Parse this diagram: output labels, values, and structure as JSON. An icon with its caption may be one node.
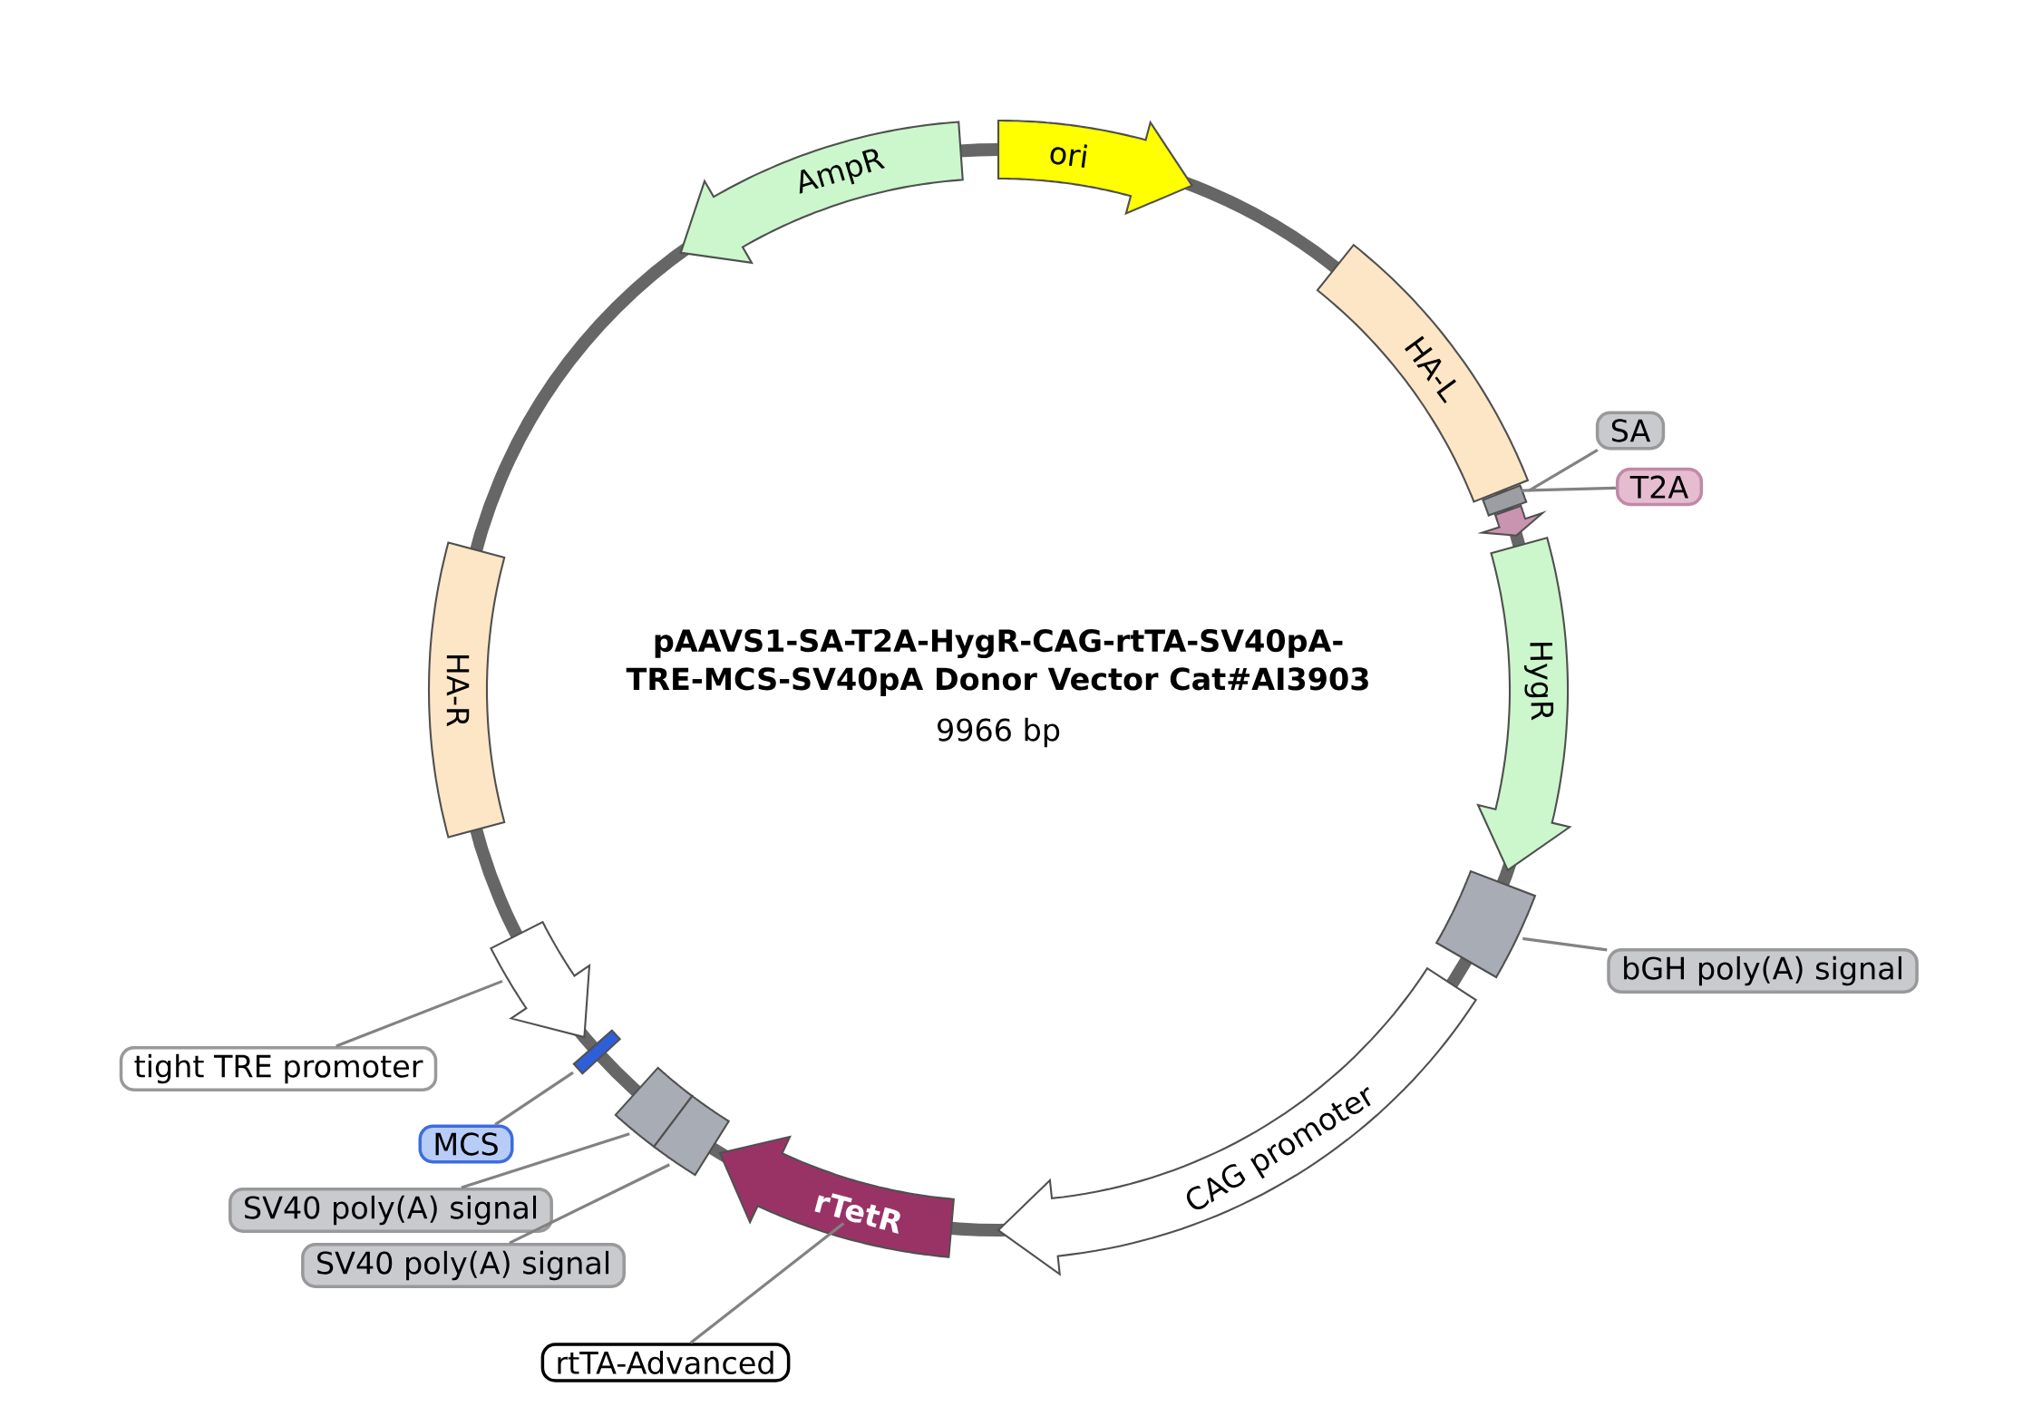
{
  "diagram": {
    "title": "pAAVS1-SA-T2A-HygR-CAG-rtTA-SV40pA-TRE-MCS-SV40pA Donor Vector Cat#AI3903",
    "nodes": [
      {
        "text": [
          "ori"
        ]
      },
      {
        "text": [
          "AmpR"
        ]
      },
      {
        "text": [
          "HA-L"
        ]
      },
      {
        "text": [
          "SA"
        ]
      },
      {
        "text": [
          "T2A"
        ]
      },
      {
        "text": [],
        "shape": "box"
      },
      {
        "text": [],
        "shape": "arrow"
      },
      {
        "text": [
          "HygR"
        ]
      },
      {
        "text": [
          "bGH poly(A) signal"
        ]
      },
      {
        "text": [],
        "shape": "box"
      },
      {
        "text": [
          "CAG promoter"
        ]
      },
      {
        "text": [
          "HA-R"
        ]
      },
      {
        "text": [
          "tight TRE promoter"
        ]
      },
      {
        "text": [],
        "shape": "arrow"
      },
      {
        "text": [
          "MCS"
        ]
      },
      {
        "text": [],
        "shape": "box"
      },
      {
        "text": [
          "SV40 poly(A) signal"
        ]
      },
      {
        "text": [
          "SV40 poly(A) signal"
        ]
      },
      {
        "text": [],
        "shape": "box"
      },
      {
        "text": [],
        "shape": "box"
      },
      {
        "text": [
          "rTetR"
        ]
      },
      {
        "text": [
          "rtTA-Advanced"
        ]
      }
    ],
    "edges": [
      {
        "from": 3,
        "to": 5,
        "arrow": "none"
      },
      {
        "from": 4,
        "to": 6,
        "arrow": "none"
      },
      {
        "from": 8,
        "to": 9,
        "arrow": "none"
      },
      {
        "from": 12,
        "to": 13,
        "arrow": "none"
      },
      {
        "from": 14,
        "to": 15,
        "arrow": "none"
      },
      {
        "from": 16,
        "to": 18,
        "arrow": "none"
      },
      {
        "from": 17,
        "to": 19,
        "arrow": "none"
      },
      {
        "from": 21,
        "to": 20,
        "arrow": "none"
      }
    ],
    "labels": [
      "9966 bp"
    ]
  }
}
